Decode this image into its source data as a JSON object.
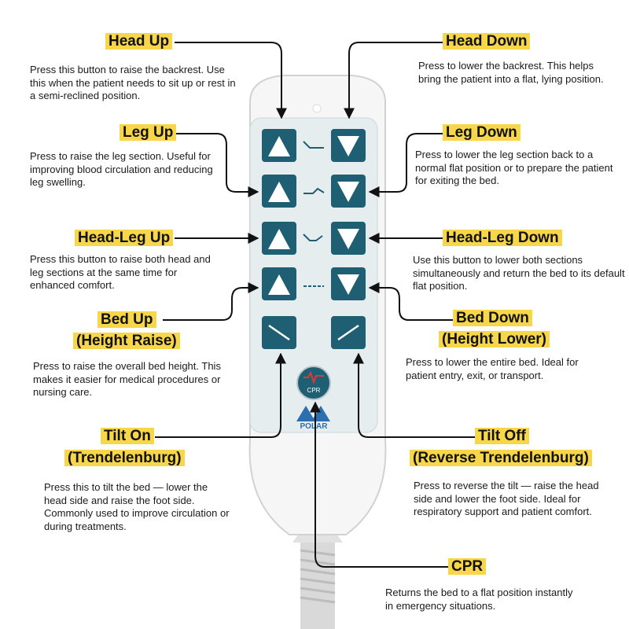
{
  "colors": {
    "highlight": "#f7d64a",
    "button": "#1f5f73",
    "panel": "#e6edef",
    "cpr_red": "#d93a3a"
  },
  "remote": {
    "brand": "POLAR",
    "cpr_label": "CPR"
  },
  "labels": {
    "head_up": {
      "title": "Head Up",
      "desc": "Press this button to raise the backrest. Use this when the patient needs to sit up or rest in a semi-reclined position."
    },
    "head_down": {
      "title": "Head Down",
      "desc": "Press to lower the backrest. This helps bring the patient into a flat, lying position."
    },
    "leg_up": {
      "title": "Leg Up",
      "desc": "Press to raise the leg section. Useful for improving blood circulation and reducing leg swelling."
    },
    "leg_down": {
      "title": "Leg Down",
      "desc": "Press to lower the leg section back to a normal flat position or to prepare the patient for exiting the bed."
    },
    "head_leg_up": {
      "title": "Head-Leg Up",
      "desc": "Press this button to raise both head and leg sections at the same time for enhanced comfort."
    },
    "head_leg_down": {
      "title": "Head-Leg Down",
      "desc": "Use this button to lower both sections simultaneously and return the bed to its default flat position."
    },
    "bed_up": {
      "title": "Bed Up",
      "subtitle": "(Height Raise)",
      "desc": "Press to raise the overall bed height. This makes it easier for medical procedures or nursing care."
    },
    "bed_down": {
      "title": "Bed Down",
      "subtitle": "(Height Lower)",
      "desc": "Press to lower the entire bed. Ideal for patient entry, exit, or transport."
    },
    "tilt_on": {
      "title": "Tilt On",
      "subtitle": "(Trendelenburg)",
      "desc": "Press this to tilt the bed — lower the head side and raise the foot side. Commonly used to improve circulation or during treatments."
    },
    "tilt_off": {
      "title": "Tilt Off",
      "subtitle": "(Reverse Trendelenburg)",
      "desc": "Press to reverse the tilt — raise the head side and lower the foot side. Ideal for respiratory support and patient comfort."
    },
    "cpr": {
      "title": "CPR",
      "desc": "Returns the bed to a flat position instantly in emergency situations."
    }
  }
}
